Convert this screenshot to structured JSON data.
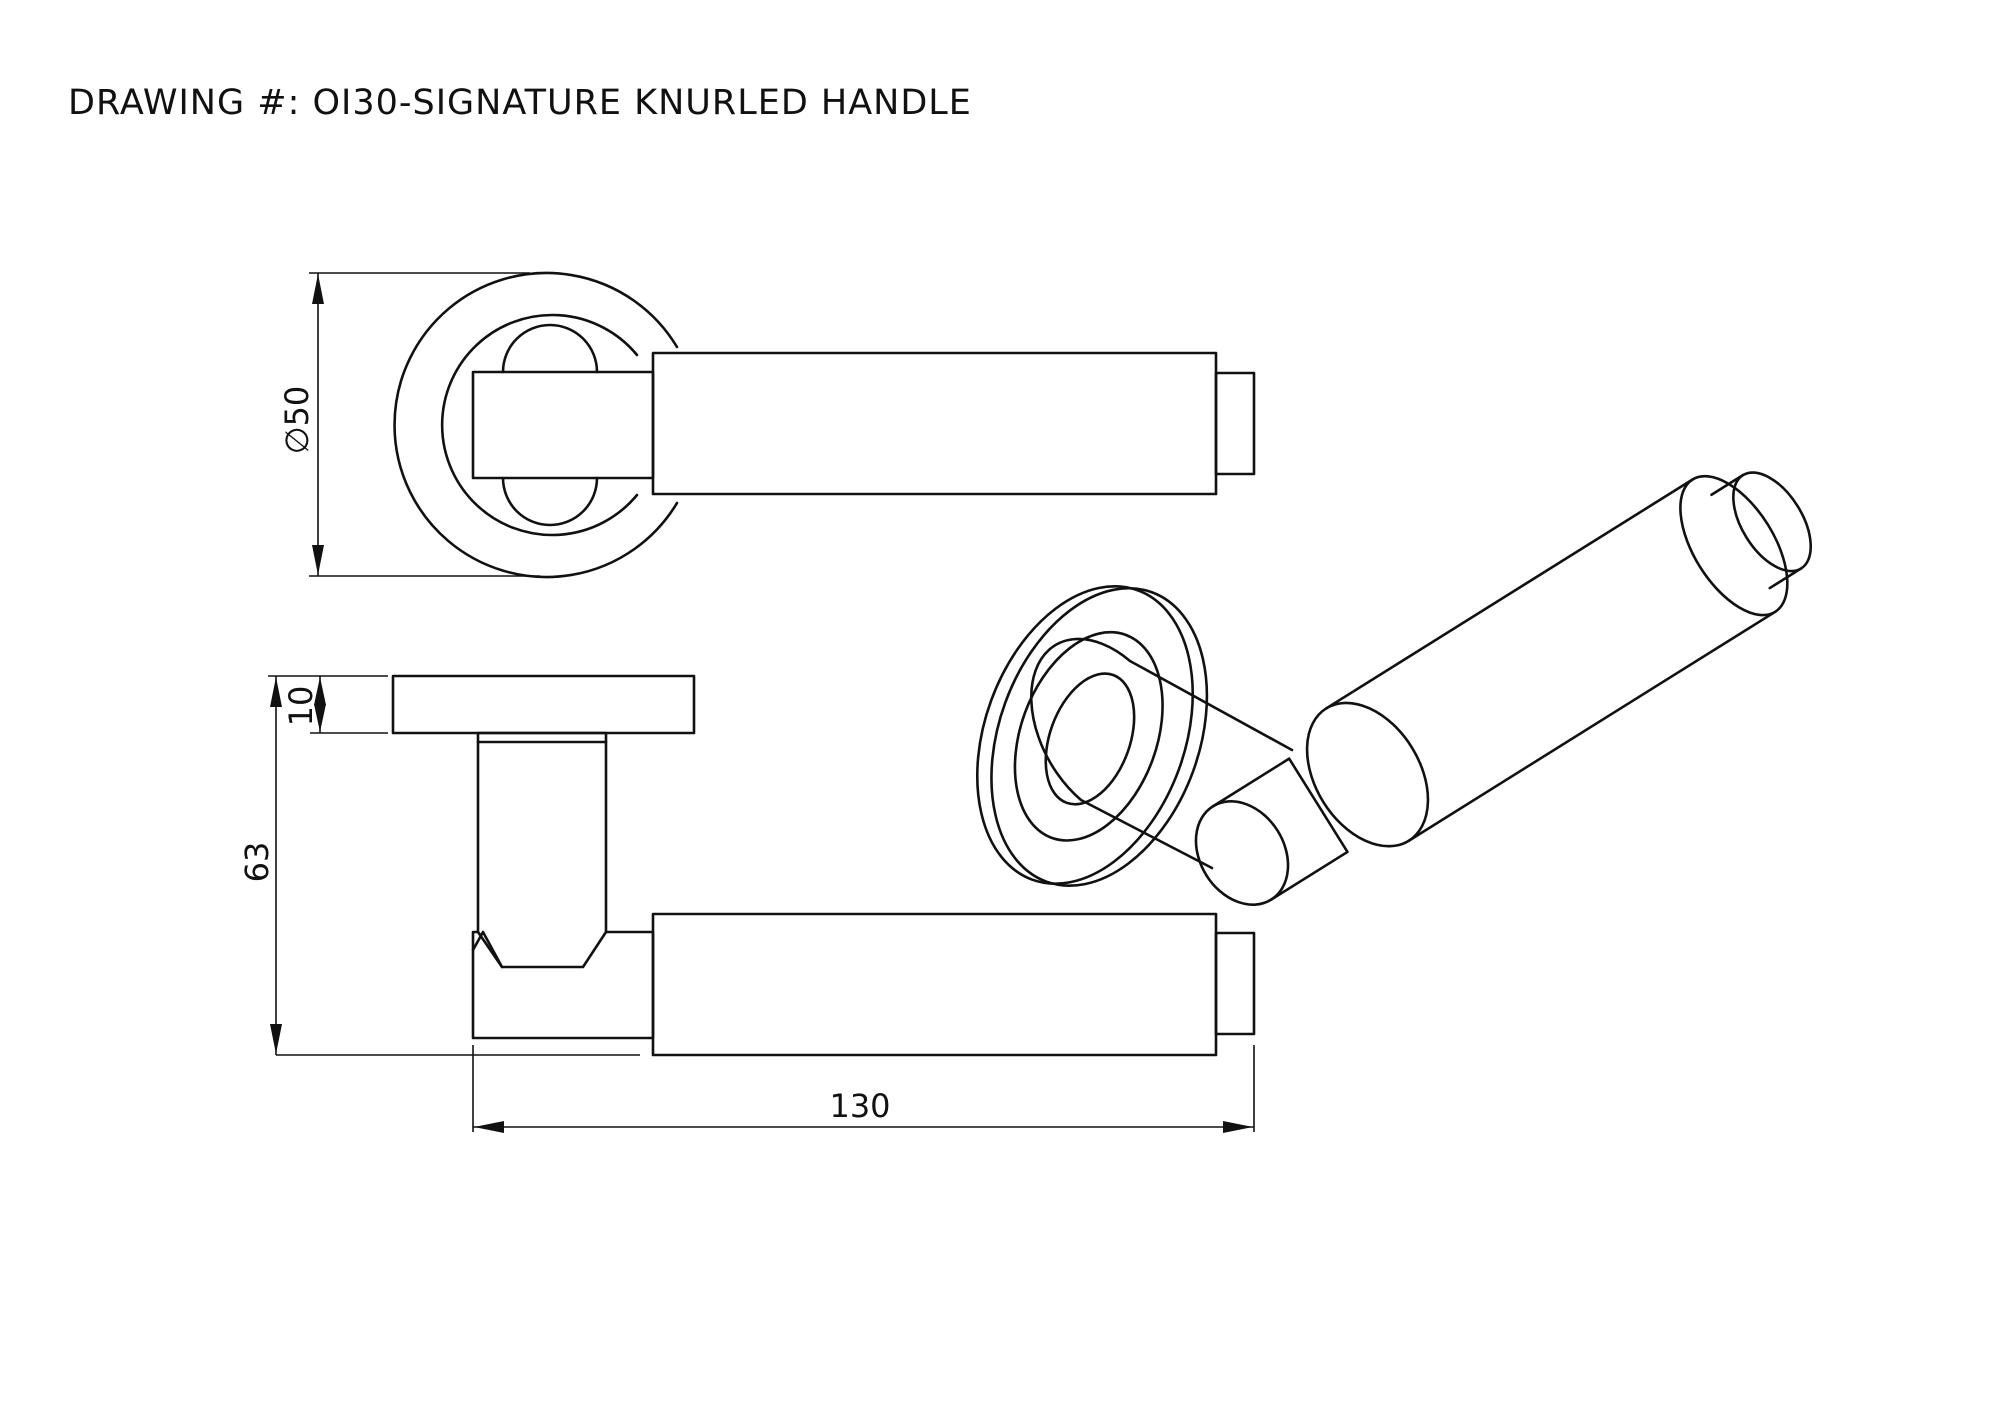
{
  "title": "DRAWING #: OI30-SIGNATURE KNURLED HANDLE",
  "dimensions": {
    "rose_diameter": "∅50",
    "rose_thickness": "10",
    "projection": "63",
    "lever_length": "130"
  },
  "colors": {
    "line": "#111111",
    "background": "#ffffff"
  }
}
